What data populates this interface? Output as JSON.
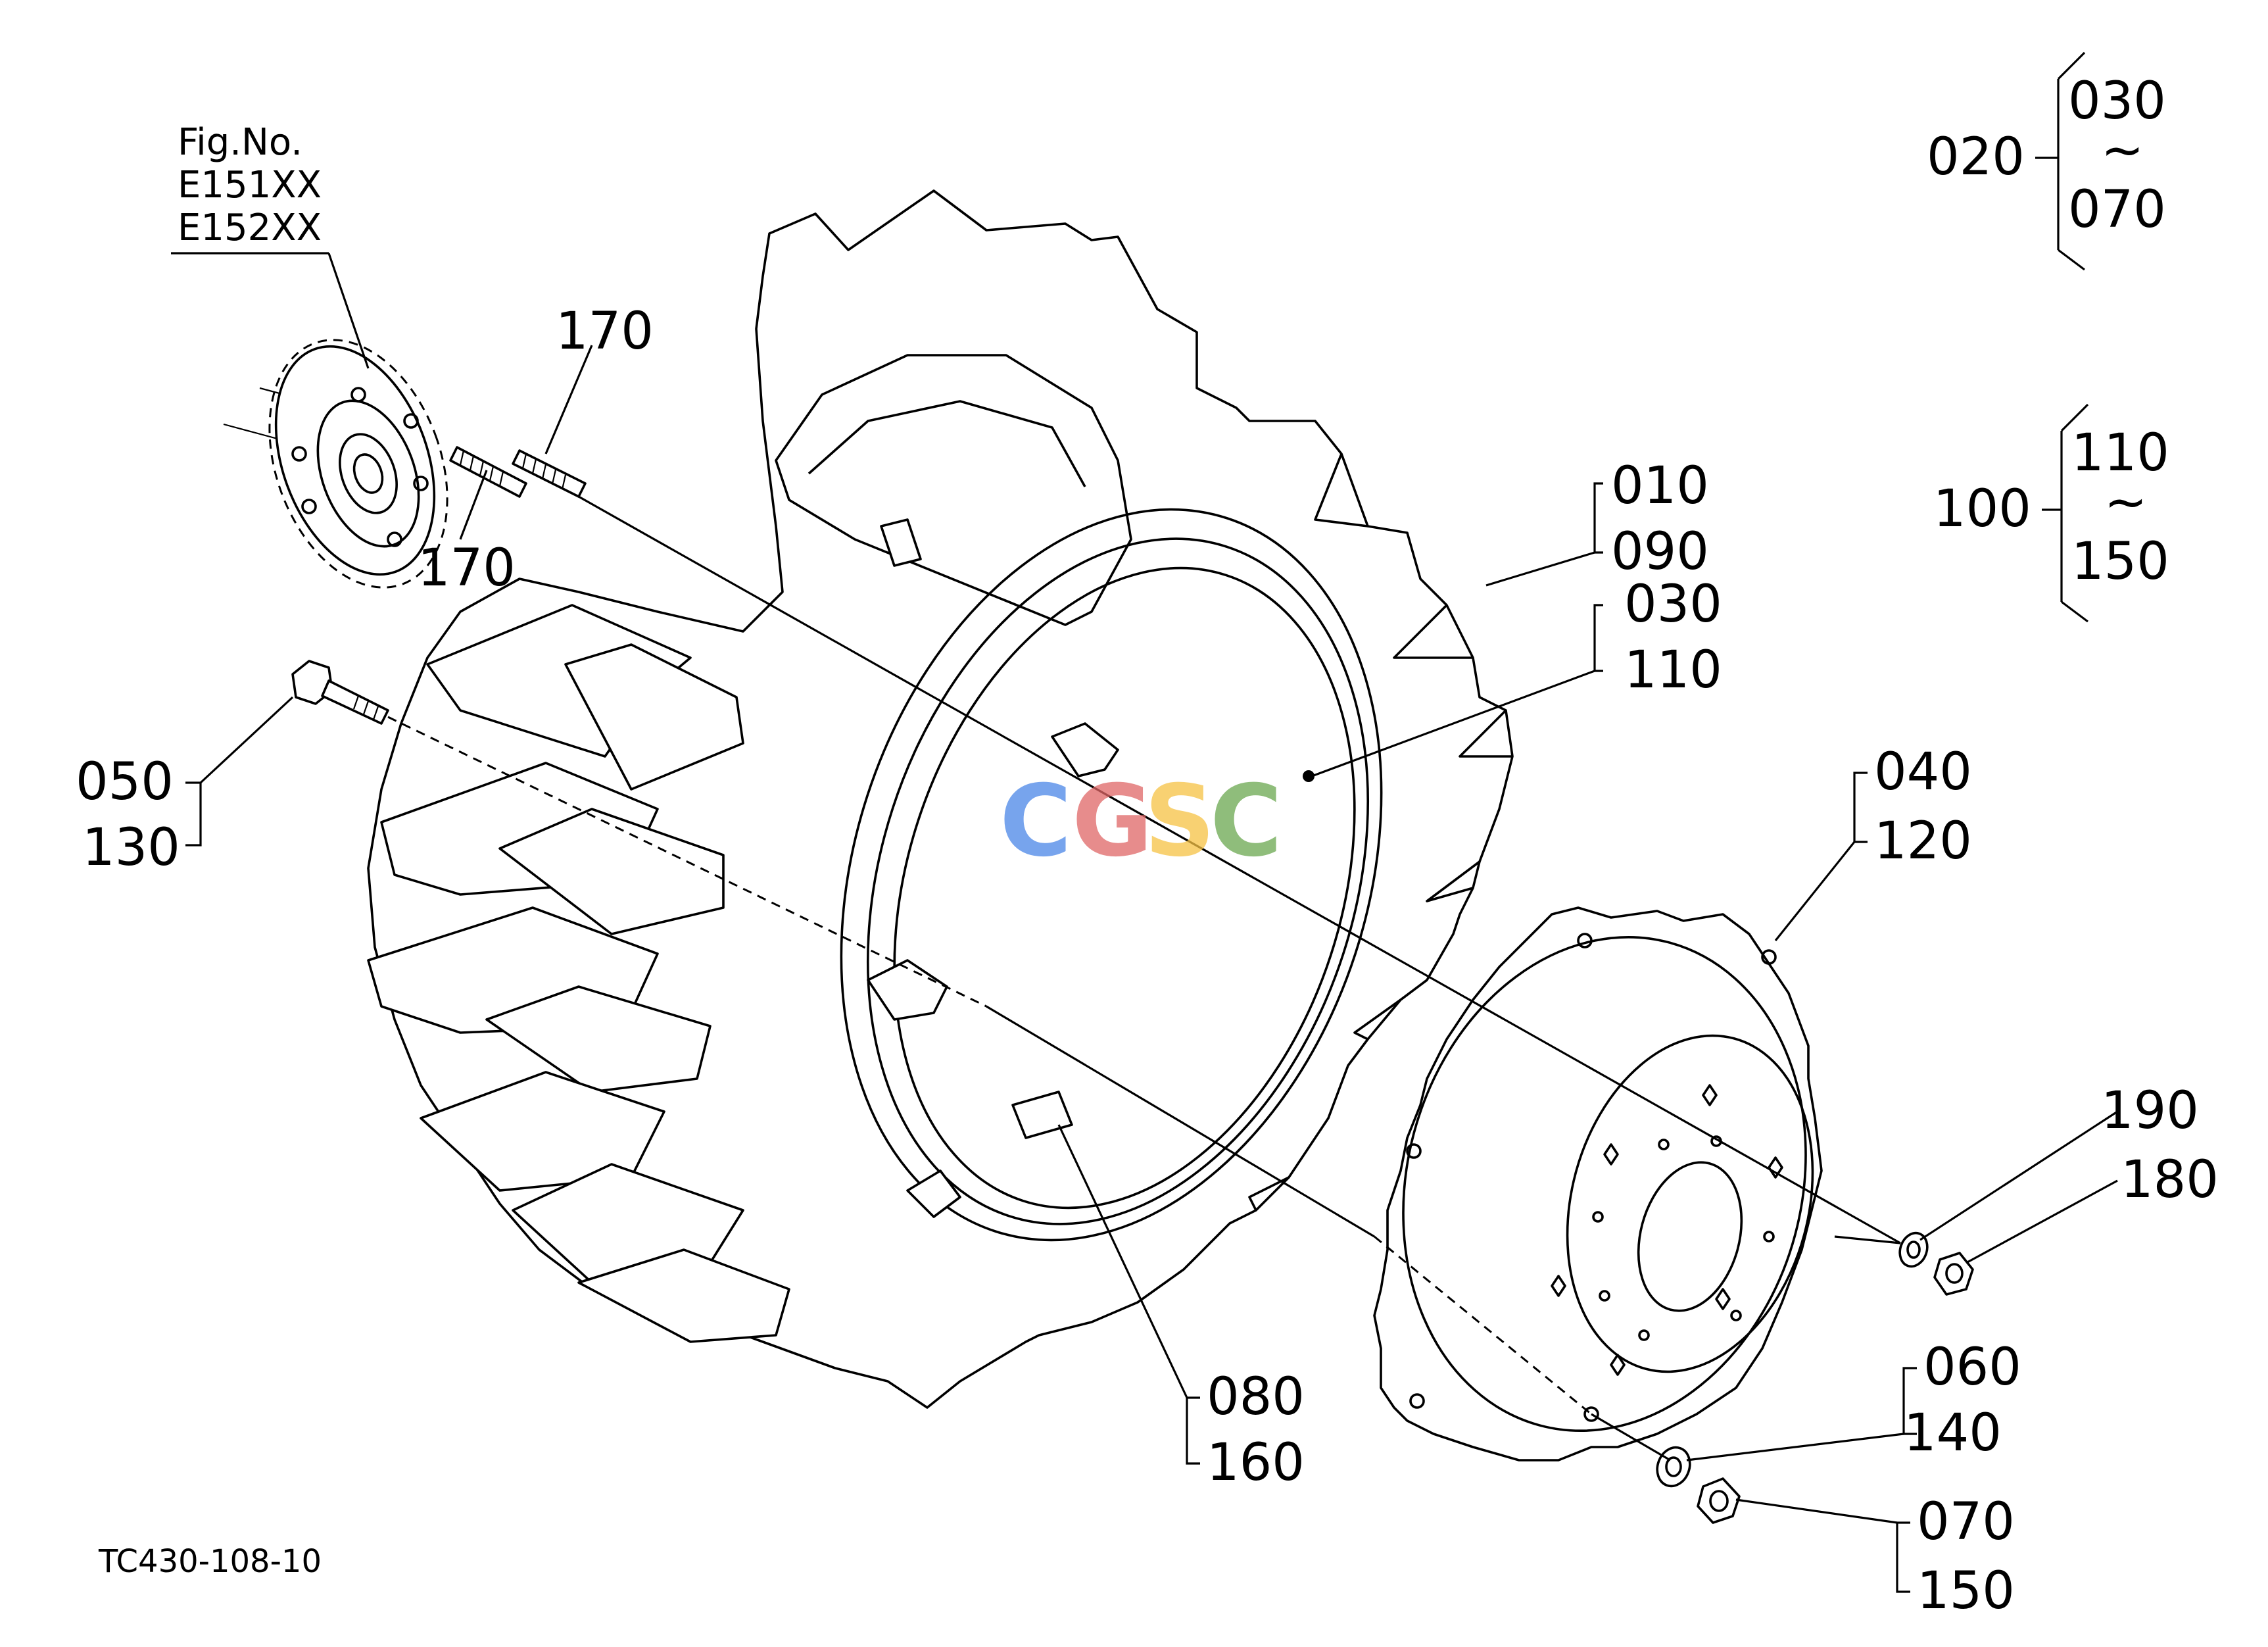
{
  "figure": {
    "ref_heading": "Fig.No.",
    "ref_codes": [
      "E151XX",
      "E152XX"
    ],
    "drawing_code": "TC430-108-10"
  },
  "callouts": {
    "c170a": "170",
    "c170b": "170",
    "c010": "010",
    "c090": "090",
    "c030b": "030",
    "c110b": "110",
    "c050": "050",
    "c130": "130",
    "c040": "040",
    "c120": "120",
    "c190": "190",
    "c180": "180",
    "c080": "080",
    "c160": "160",
    "c060": "060",
    "c140": "140",
    "c070b": "070",
    "c150b": "150"
  },
  "groups": [
    {
      "parent": "020",
      "from": "030",
      "tilde": "~",
      "to": "070"
    },
    {
      "parent": "100",
      "from": "110",
      "tilde": "~",
      "to": "150"
    }
  ],
  "watermark": {
    "letters": [
      "C",
      "G",
      "S",
      "C"
    ],
    "colors": [
      "#4a86e8",
      "#e06666",
      "#f6c244",
      "#6aa84f"
    ]
  }
}
